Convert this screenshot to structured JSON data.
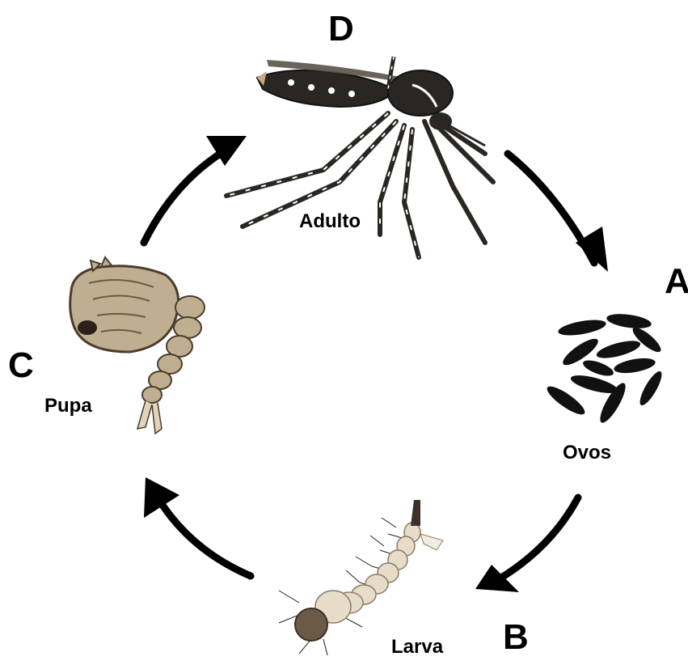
{
  "diagram": {
    "stages": [
      {
        "letter": "A",
        "name": "Ovos"
      },
      {
        "letter": "B",
        "name": "Larva"
      },
      {
        "letter": "C",
        "name": "Pupa"
      },
      {
        "letter": "D",
        "name": "Adulto"
      }
    ]
  },
  "colors": {
    "arrow": "#000000",
    "egg": "#111111",
    "larva_body": "#e6dcc8",
    "pupa_body": "#bfae8f",
    "mosquito_body": "#2a2622"
  }
}
